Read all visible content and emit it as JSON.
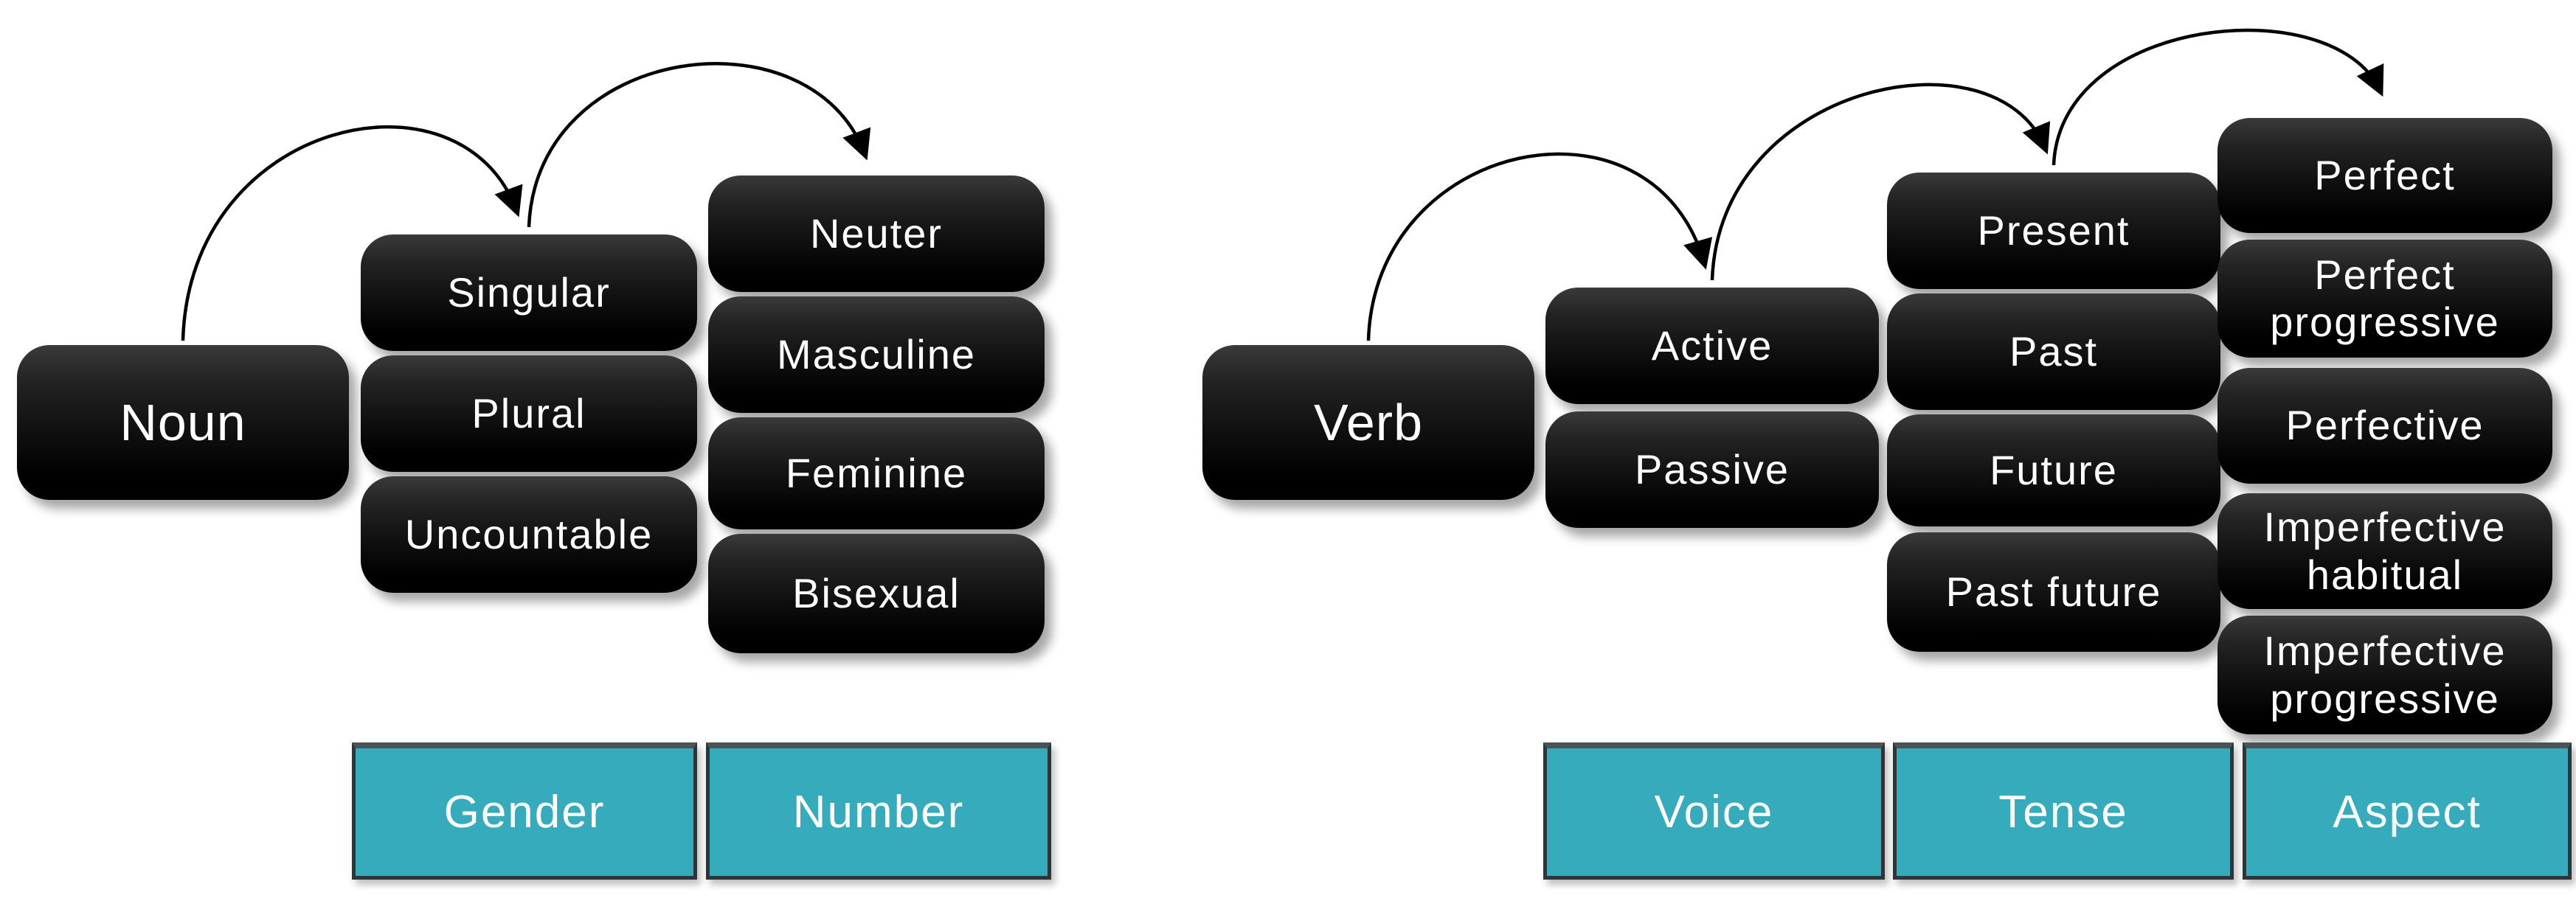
{
  "diagram": {
    "background_color": "#ffffff",
    "node_fill_color": "#000000",
    "node_text_color": "#ffffff",
    "category_fill_color": "#36abbc",
    "category_border_color": "#2e3538",
    "arrow_color": "#000000",
    "noun_group": {
      "root": "Noun",
      "columns": [
        {
          "items": [
            "Singular",
            "Plural",
            "Uncountable"
          ]
        },
        {
          "items": [
            "Neuter",
            "Masculine",
            "Feminine",
            "Bisexual"
          ]
        }
      ],
      "categories": [
        "Gender",
        "Number"
      ]
    },
    "verb_group": {
      "root": "Verb",
      "columns": [
        {
          "items": [
            "Active",
            "Passive"
          ]
        },
        {
          "items": [
            "Present",
            "Past",
            "Future",
            "Past future"
          ]
        },
        {
          "items": [
            "Perfect",
            "Perfect progressive",
            "Perfective",
            "Imperfective habitual",
            "Imperfective progressive"
          ]
        }
      ],
      "categories": [
        "Voice",
        "Tense",
        "Aspect"
      ]
    },
    "arrows": [
      {
        "from": "Noun",
        "to": "Singular"
      },
      {
        "from": "Singular",
        "to": "Neuter"
      },
      {
        "from": "Verb",
        "to": "Active"
      },
      {
        "from": "Active",
        "to": "Present"
      },
      {
        "from": "Present",
        "to": "Perfect"
      }
    ]
  }
}
